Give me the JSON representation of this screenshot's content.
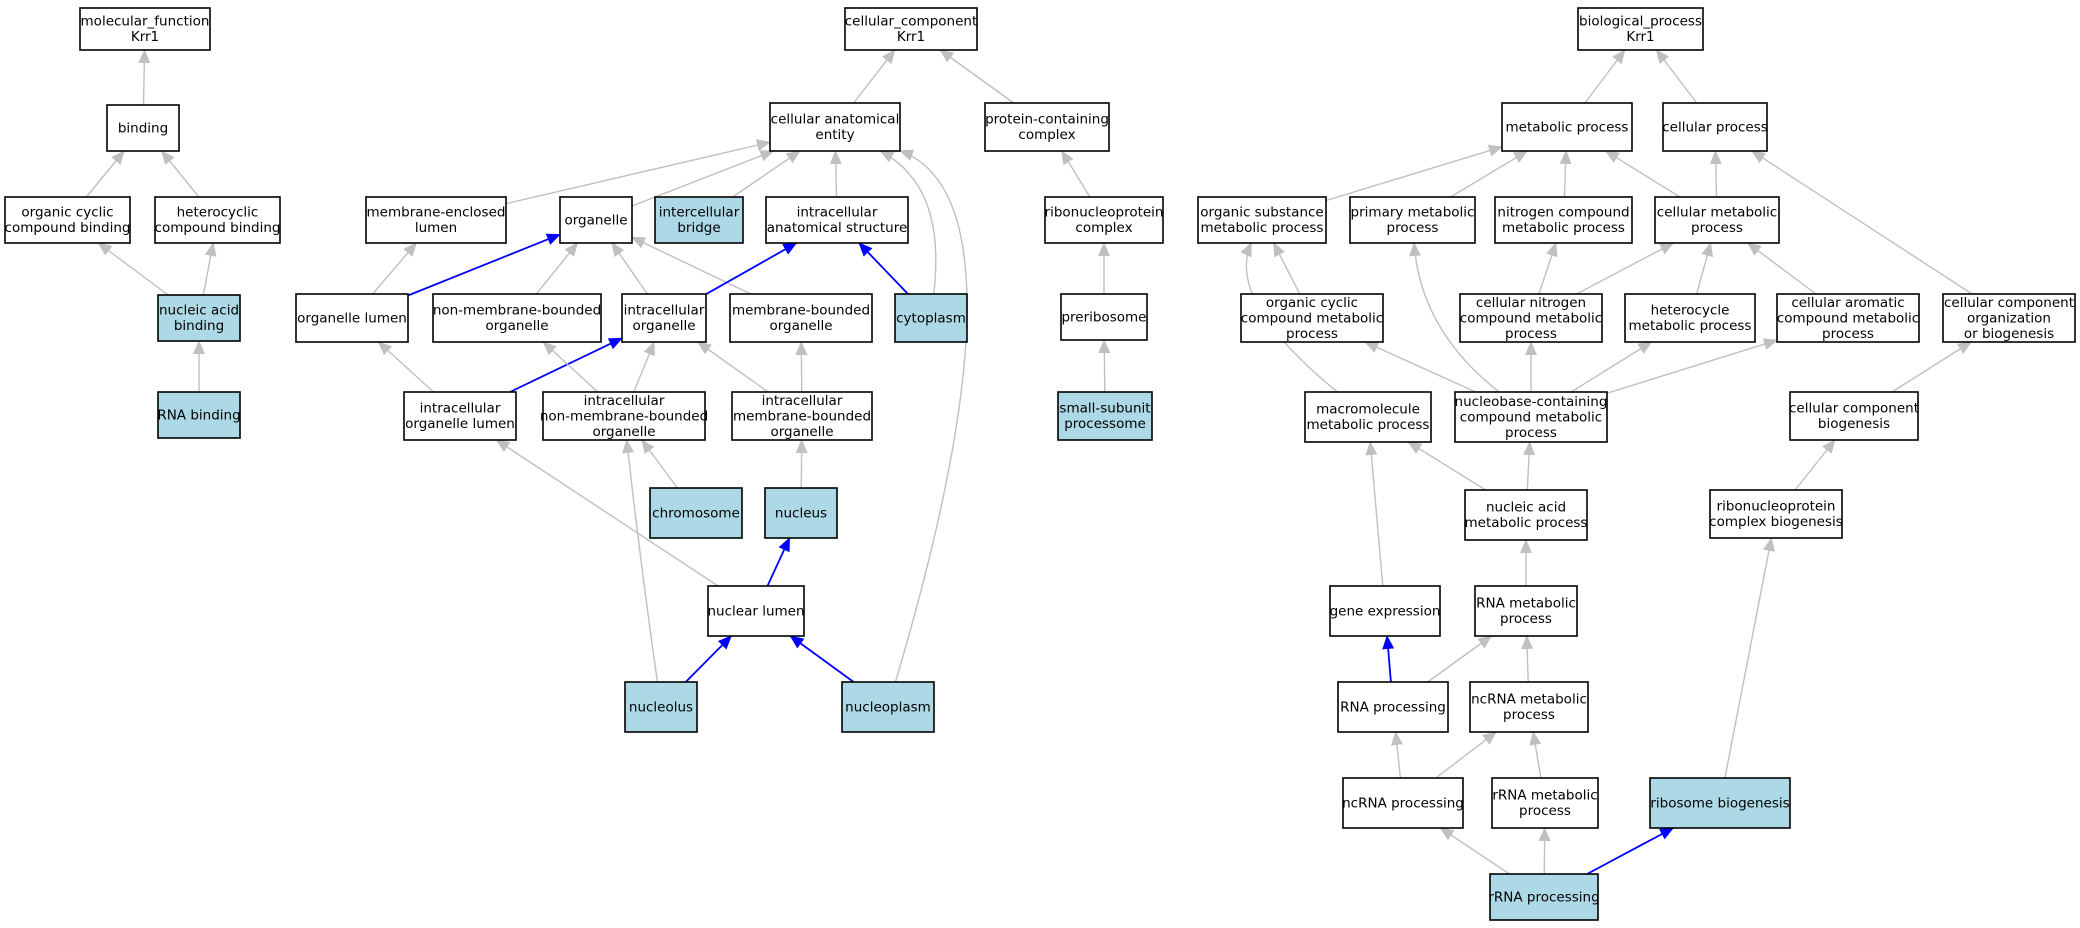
{
  "colors": {
    "highlight_fill": "#add8e6",
    "normal_fill": "#ffffff",
    "annotated_edge": "#0000ff",
    "is_a_edge": "#c0c0c0"
  },
  "nodes": [
    {
      "id": "mf",
      "lines": [
        "molecular_function",
        "Krr1"
      ],
      "annotated": false
    },
    {
      "id": "binding",
      "lines": [
        "binding"
      ],
      "annotated": false
    },
    {
      "id": "occb",
      "lines": [
        "organic cyclic",
        "compound binding"
      ],
      "annotated": false
    },
    {
      "id": "hcb",
      "lines": [
        "heterocyclic",
        "compound binding"
      ],
      "annotated": false
    },
    {
      "id": "nab",
      "lines": [
        "nucleic acid",
        "binding"
      ],
      "annotated": true
    },
    {
      "id": "rnab",
      "lines": [
        "RNA binding"
      ],
      "annotated": true
    },
    {
      "id": "cc",
      "lines": [
        "cellular_component",
        "Krr1"
      ],
      "annotated": false
    },
    {
      "id": "cae",
      "lines": [
        "cellular anatomical",
        "entity"
      ],
      "annotated": false
    },
    {
      "id": "pcc",
      "lines": [
        "protein-containing",
        "complex"
      ],
      "annotated": false
    },
    {
      "id": "mel",
      "lines": [
        "membrane-enclosed",
        "lumen"
      ],
      "annotated": false
    },
    {
      "id": "organelle",
      "lines": [
        "organelle"
      ],
      "annotated": false
    },
    {
      "id": "ib",
      "lines": [
        "intercellular",
        "bridge"
      ],
      "annotated": true
    },
    {
      "id": "ias",
      "lines": [
        "intracellular",
        "anatomical structure"
      ],
      "annotated": false
    },
    {
      "id": "rnpc",
      "lines": [
        "ribonucleoprotein",
        "complex"
      ],
      "annotated": false
    },
    {
      "id": "ol",
      "lines": [
        "organelle lumen"
      ],
      "annotated": false
    },
    {
      "id": "nmbo",
      "lines": [
        "non-membrane-bounded",
        "organelle"
      ],
      "annotated": false
    },
    {
      "id": "io",
      "lines": [
        "intracellular",
        "organelle"
      ],
      "annotated": false
    },
    {
      "id": "mbo",
      "lines": [
        "membrane-bounded",
        "organelle"
      ],
      "annotated": false
    },
    {
      "id": "cytoplasm",
      "lines": [
        "cytoplasm"
      ],
      "annotated": true
    },
    {
      "id": "preribosome",
      "lines": [
        "preribosome"
      ],
      "annotated": false
    },
    {
      "id": "iol",
      "lines": [
        "intracellular",
        "organelle lumen"
      ],
      "annotated": false
    },
    {
      "id": "inmbo",
      "lines": [
        "intracellular",
        "non-membrane-bounded",
        "organelle"
      ],
      "annotated": false
    },
    {
      "id": "imbo",
      "lines": [
        "intracellular",
        "membrane-bounded",
        "organelle"
      ],
      "annotated": false
    },
    {
      "id": "ssp",
      "lines": [
        "small-subunit",
        "processome"
      ],
      "annotated": true
    },
    {
      "id": "chromosome",
      "lines": [
        "chromosome"
      ],
      "annotated": true
    },
    {
      "id": "nucleus",
      "lines": [
        "nucleus"
      ],
      "annotated": true
    },
    {
      "id": "nuclumen",
      "lines": [
        "nuclear lumen"
      ],
      "annotated": false
    },
    {
      "id": "nucleolus",
      "lines": [
        "nucleolus"
      ],
      "annotated": true
    },
    {
      "id": "nucleoplasm",
      "lines": [
        "nucleoplasm"
      ],
      "annotated": true
    },
    {
      "id": "bp",
      "lines": [
        "biological_process",
        "Krr1"
      ],
      "annotated": false
    },
    {
      "id": "metproc",
      "lines": [
        "metabolic process"
      ],
      "annotated": false
    },
    {
      "id": "cellproc",
      "lines": [
        "cellular process"
      ],
      "annotated": false
    },
    {
      "id": "osmp",
      "lines": [
        "organic substance",
        "metabolic process"
      ],
      "annotated": false
    },
    {
      "id": "pmp",
      "lines": [
        "primary metabolic",
        "process"
      ],
      "annotated": false
    },
    {
      "id": "ncmp",
      "lines": [
        "nitrogen compound",
        "metabolic process"
      ],
      "annotated": false
    },
    {
      "id": "cmp",
      "lines": [
        "cellular metabolic",
        "process"
      ],
      "annotated": false
    },
    {
      "id": "occmp",
      "lines": [
        "organic cyclic",
        "compound metabolic",
        "process"
      ],
      "annotated": false
    },
    {
      "id": "cncmp",
      "lines": [
        "cellular nitrogen",
        "compound metabolic",
        "process"
      ],
      "annotated": false
    },
    {
      "id": "hmp",
      "lines": [
        "heterocycle",
        "metabolic process"
      ],
      "annotated": false
    },
    {
      "id": "cacmp",
      "lines": [
        "cellular aromatic",
        "compound metabolic",
        "process"
      ],
      "annotated": false
    },
    {
      "id": "ccob",
      "lines": [
        "cellular component",
        "organization",
        "or biogenesis"
      ],
      "annotated": false
    },
    {
      "id": "mmp",
      "lines": [
        "macromolecule",
        "metabolic process"
      ],
      "annotated": false
    },
    {
      "id": "nbcmp",
      "lines": [
        "nucleobase-containing",
        "compound metabolic",
        "process"
      ],
      "annotated": false
    },
    {
      "id": "ccb",
      "lines": [
        "cellular component",
        "biogenesis"
      ],
      "annotated": false
    },
    {
      "id": "namp",
      "lines": [
        "nucleic acid",
        "metabolic process"
      ],
      "annotated": false
    },
    {
      "id": "rnpcb",
      "lines": [
        "ribonucleoprotein",
        "complex biogenesis"
      ],
      "annotated": false
    },
    {
      "id": "ge",
      "lines": [
        "gene expression"
      ],
      "annotated": false
    },
    {
      "id": "rnamp",
      "lines": [
        "RNA metabolic",
        "process"
      ],
      "annotated": false
    },
    {
      "id": "rnap",
      "lines": [
        "RNA processing"
      ],
      "annotated": false
    },
    {
      "id": "ncrnamp",
      "lines": [
        "ncRNA metabolic",
        "process"
      ],
      "annotated": false
    },
    {
      "id": "ncrnap",
      "lines": [
        "ncRNA processing"
      ],
      "annotated": false
    },
    {
      "id": "rrnamp",
      "lines": [
        "rRNA metabolic",
        "process"
      ],
      "annotated": false
    },
    {
      "id": "rb",
      "lines": [
        "ribosome biogenesis"
      ],
      "annotated": true
    },
    {
      "id": "rrnap",
      "lines": [
        "rRNA processing"
      ],
      "annotated": true
    }
  ],
  "edges": [
    {
      "from": "binding",
      "to": "mf",
      "annotated": false
    },
    {
      "from": "occb",
      "to": "binding",
      "annotated": false
    },
    {
      "from": "hcb",
      "to": "binding",
      "annotated": false
    },
    {
      "from": "nab",
      "to": "occb",
      "annotated": false
    },
    {
      "from": "nab",
      "to": "hcb",
      "annotated": false
    },
    {
      "from": "rnab",
      "to": "nab",
      "annotated": false
    },
    {
      "from": "cae",
      "to": "cc",
      "annotated": false
    },
    {
      "from": "pcc",
      "to": "cc",
      "annotated": false
    },
    {
      "from": "mel",
      "to": "cae",
      "annotated": false
    },
    {
      "from": "organelle",
      "to": "cae",
      "annotated": false
    },
    {
      "from": "ib",
      "to": "cae",
      "annotated": false
    },
    {
      "from": "ias",
      "to": "cae",
      "annotated": false
    },
    {
      "from": "cytoplasm",
      "to": "cae",
      "annotated": false
    },
    {
      "from": "nucleoplasm",
      "to": "cae",
      "annotated": false
    },
    {
      "from": "rnpc",
      "to": "pcc",
      "annotated": false
    },
    {
      "from": "ol",
      "to": "mel",
      "annotated": false
    },
    {
      "from": "ol",
      "to": "organelle",
      "annotated": true
    },
    {
      "from": "nmbo",
      "to": "organelle",
      "annotated": false
    },
    {
      "from": "io",
      "to": "organelle",
      "annotated": false
    },
    {
      "from": "mbo",
      "to": "organelle",
      "annotated": false
    },
    {
      "from": "io",
      "to": "ias",
      "annotated": true
    },
    {
      "from": "cytoplasm",
      "to": "ias",
      "annotated": true
    },
    {
      "from": "preribosome",
      "to": "rnpc",
      "annotated": false
    },
    {
      "from": "iol",
      "to": "ol",
      "annotated": false
    },
    {
      "from": "iol",
      "to": "io",
      "annotated": true
    },
    {
      "from": "inmbo",
      "to": "nmbo",
      "annotated": false
    },
    {
      "from": "inmbo",
      "to": "io",
      "annotated": false
    },
    {
      "from": "imbo",
      "to": "io",
      "annotated": false
    },
    {
      "from": "imbo",
      "to": "mbo",
      "annotated": false
    },
    {
      "from": "ssp",
      "to": "preribosome",
      "annotated": false
    },
    {
      "from": "chromosome",
      "to": "inmbo",
      "annotated": false
    },
    {
      "from": "nucleolus",
      "to": "inmbo",
      "annotated": false
    },
    {
      "from": "nucleus",
      "to": "imbo",
      "annotated": false
    },
    {
      "from": "nuclumen",
      "to": "iol",
      "annotated": false
    },
    {
      "from": "nuclumen",
      "to": "nucleus",
      "annotated": true
    },
    {
      "from": "nucleolus",
      "to": "nuclumen",
      "annotated": true
    },
    {
      "from": "nucleoplasm",
      "to": "nuclumen",
      "annotated": true
    },
    {
      "from": "metproc",
      "to": "bp",
      "annotated": false
    },
    {
      "from": "cellproc",
      "to": "bp",
      "annotated": false
    },
    {
      "from": "osmp",
      "to": "metproc",
      "annotated": false
    },
    {
      "from": "pmp",
      "to": "metproc",
      "annotated": false
    },
    {
      "from": "ncmp",
      "to": "metproc",
      "annotated": false
    },
    {
      "from": "cmp",
      "to": "metproc",
      "annotated": false
    },
    {
      "from": "cmp",
      "to": "cellproc",
      "annotated": false
    },
    {
      "from": "ccob",
      "to": "cellproc",
      "annotated": false
    },
    {
      "from": "occmp",
      "to": "osmp",
      "annotated": false
    },
    {
      "from": "mmp",
      "to": "osmp",
      "annotated": false
    },
    {
      "from": "nbcmp",
      "to": "pmp",
      "annotated": false
    },
    {
      "from": "cncmp",
      "to": "ncmp",
      "annotated": false
    },
    {
      "from": "cncmp",
      "to": "cmp",
      "annotated": false
    },
    {
      "from": "hmp",
      "to": "cmp",
      "annotated": false
    },
    {
      "from": "cacmp",
      "to": "cmp",
      "annotated": false
    },
    {
      "from": "nbcmp",
      "to": "occmp",
      "annotated": false
    },
    {
      "from": "nbcmp",
      "to": "cncmp",
      "annotated": false
    },
    {
      "from": "nbcmp",
      "to": "hmp",
      "annotated": false
    },
    {
      "from": "nbcmp",
      "to": "cacmp",
      "annotated": false
    },
    {
      "from": "ccb",
      "to": "ccob",
      "annotated": false
    },
    {
      "from": "namp",
      "to": "mmp",
      "annotated": false
    },
    {
      "from": "namp",
      "to": "nbcmp",
      "annotated": false
    },
    {
      "from": "ge",
      "to": "mmp",
      "annotated": false
    },
    {
      "from": "rnpcb",
      "to": "ccb",
      "annotated": false
    },
    {
      "from": "rnamp",
      "to": "namp",
      "annotated": false
    },
    {
      "from": "rnap",
      "to": "ge",
      "annotated": true
    },
    {
      "from": "rnap",
      "to": "rnamp",
      "annotated": false
    },
    {
      "from": "ncrnamp",
      "to": "rnamp",
      "annotated": false
    },
    {
      "from": "ncrnap",
      "to": "rnap",
      "annotated": false
    },
    {
      "from": "ncrnap",
      "to": "ncrnamp",
      "annotated": false
    },
    {
      "from": "rrnamp",
      "to": "ncrnamp",
      "annotated": false
    },
    {
      "from": "rrnap",
      "to": "ncrnap",
      "annotated": false
    },
    {
      "from": "rrnap",
      "to": "rrnamp",
      "annotated": false
    },
    {
      "from": "rrnap",
      "to": "rb",
      "annotated": true
    },
    {
      "from": "rb",
      "to": "rnpcb",
      "annotated": false
    }
  ]
}
